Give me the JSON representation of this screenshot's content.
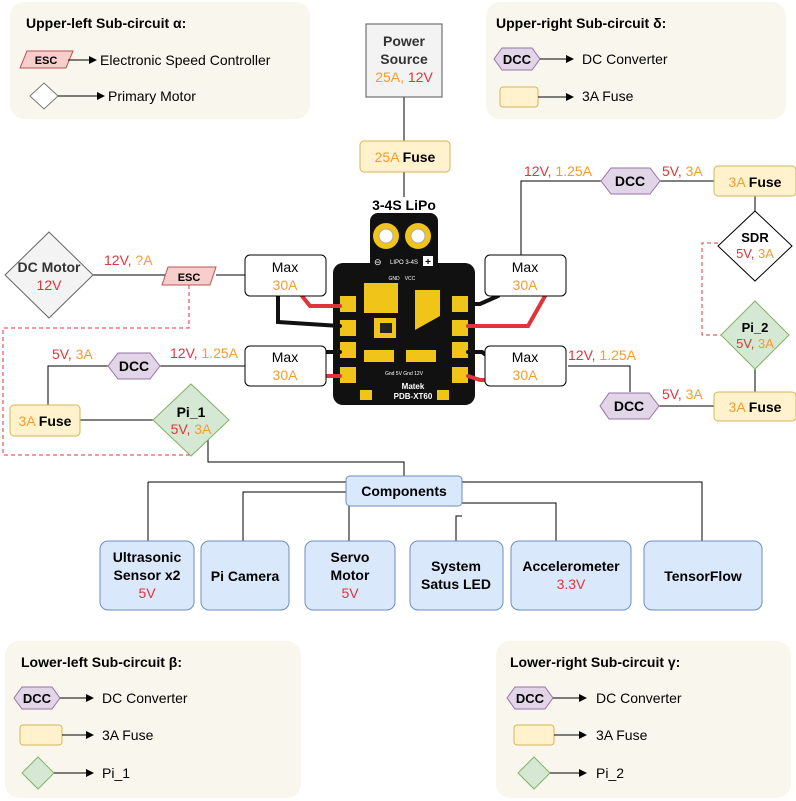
{
  "colors": {
    "red": "#e0343a",
    "orange": "#f39c2f",
    "esc_fill": "#f8cecc",
    "esc_stroke": "#b85450",
    "dcc_fill": "#e1d5e7",
    "dcc_stroke": "#9673a6",
    "fuse_fill": "#fff2cc",
    "fuse_stroke": "#d6b656",
    "pi_fill": "#d5e8d4",
    "pi_stroke": "#82b366",
    "component_fill": "#dae8fc",
    "component_stroke": "#6c8ebf",
    "legend_fill": "#f9f7ed"
  },
  "legends": {
    "upper_left": {
      "title": "Upper-left Sub-circuit α:",
      "esc_label": "ESC",
      "esc_desc": "Electronic Speed Controller",
      "motor_desc": "Primary Motor"
    },
    "upper_right": {
      "title": "Upper-right Sub-circuit δ:",
      "dcc_label": "DCC",
      "dcc_desc": "DC Converter",
      "fuse_desc": "3A Fuse"
    },
    "lower_left": {
      "title": "Lower-left Sub-circuit β:",
      "dcc_label": "DCC",
      "dcc_desc": "DC Converter",
      "fuse_desc": "3A Fuse",
      "pi_desc": "Pi_1"
    },
    "lower_right": {
      "title": "Lower-right Sub-circuit γ:",
      "dcc_label": "DCC",
      "dcc_desc": "DC Converter",
      "fuse_desc": "3A Fuse",
      "pi_desc": "Pi_2"
    }
  },
  "power_source": {
    "line1": "Power",
    "line2": "Source",
    "amps": "25A,",
    "volts": "12V"
  },
  "main_fuse": {
    "amps": "25A",
    "label": "Fuse"
  },
  "board": {
    "title": "3-4S LiPo",
    "silk_lipo": "LIPO 3-4S",
    "silk_gnd": "GND",
    "silk_vcc": "VCC",
    "silk_brand": "Matek",
    "silk_model": "PDB-XT60",
    "silk_bottom": "Gnd 5V Gnd 12V"
  },
  "max_boxes": {
    "upper_left": {
      "label": "Max",
      "amps": "30A"
    },
    "lower_left": {
      "label": "Max",
      "amps": "30A"
    },
    "upper_right": {
      "label": "Max",
      "amps": "30A"
    },
    "lower_right": {
      "label": "Max",
      "amps": "30A"
    }
  },
  "alpha": {
    "motor_line1": "DC Motor",
    "motor_volts": "12V",
    "rating_volts": "12V,",
    "rating_amps": "?A",
    "esc_label": "ESC"
  },
  "beta": {
    "dcc_label": "DCC",
    "in_volts": "12V,",
    "in_amps": "1.25A",
    "out_volts": "5V,",
    "out_amps": "3A",
    "fuse_amps": "3A",
    "fuse_label": "Fuse",
    "pi_label": "Pi_1",
    "pi_volts": "5V,",
    "pi_amps": "3A"
  },
  "delta": {
    "dcc_label": "DCC",
    "in_volts": "12V,",
    "in_amps": "1.25A",
    "out_volts": "5V,",
    "out_amps": "3A",
    "fuse_amps": "3A",
    "fuse_label": "Fuse",
    "sdr_label": "SDR",
    "sdr_volts": "5V,",
    "sdr_amps": "3A",
    "pi_label": "Pi_2",
    "pi_volts": "5V,",
    "pi_amps": "3A"
  },
  "gamma": {
    "dcc_label": "DCC",
    "in_volts": "12V,",
    "in_amps": "1.25A",
    "out_volts": "5V,",
    "out_amps": "3A",
    "fuse_amps": "3A",
    "fuse_label": "Fuse"
  },
  "components": {
    "title": "Components",
    "items": [
      {
        "line1": "Ultrasonic",
        "line2": "Sensor x2",
        "spec": "5V"
      },
      {
        "line1": "Pi Camera",
        "line2": "",
        "spec": ""
      },
      {
        "line1": "Servo",
        "line2": "Motor",
        "spec": "5V"
      },
      {
        "line1": "System",
        "line2": "Satus LED",
        "spec": ""
      },
      {
        "line1": "Accelerometer",
        "line2": "",
        "spec": "3.3V"
      },
      {
        "line1": "TensorFlow",
        "line2": "",
        "spec": ""
      }
    ]
  }
}
